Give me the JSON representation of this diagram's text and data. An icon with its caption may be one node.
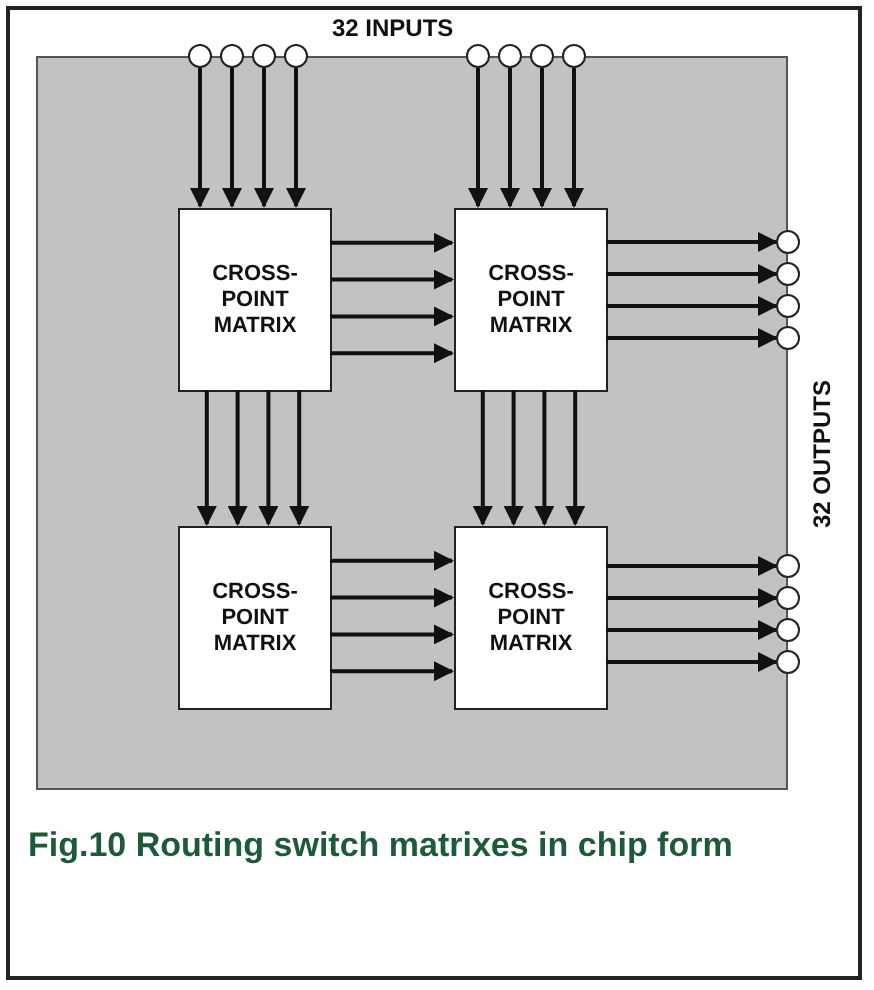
{
  "diagram": {
    "caption": "Fig.10 Routing switch matrixes in chip form",
    "nodes": [
      {
        "text": [],
        "shape": "box"
      },
      {
        "text": [],
        "shape": "circle"
      },
      {
        "text": [],
        "shape": "circle"
      },
      {
        "text": [],
        "shape": "circle"
      },
      {
        "text": [],
        "shape": "circle"
      },
      {
        "text": [],
        "shape": "circle"
      },
      {
        "text": [],
        "shape": "circle"
      },
      {
        "text": [],
        "shape": "circle"
      },
      {
        "text": [],
        "shape": "circle"
      },
      {
        "text": [
          "CROSS- POINT MATRIX"
        ],
        "in": 0
      },
      {
        "text": [
          "CROSS- POINT MATRIX"
        ],
        "in": 0
      },
      {
        "text": [
          "CROSS- POINT MATRIX"
        ],
        "in": 0
      },
      {
        "text": [
          "CROSS- POINT MATRIX"
        ],
        "in": 0
      },
      {
        "text": [],
        "shape": "circle"
      },
      {
        "text": [],
        "shape": "circle"
      },
      {
        "text": [],
        "shape": "circle"
      },
      {
        "text": [],
        "shape": "circle"
      },
      {
        "text": [],
        "shape": "circle"
      },
      {
        "text": [],
        "shape": "circle"
      },
      {
        "text": [],
        "shape": "circle"
      },
      {
        "text": [],
        "shape": "circle"
      }
    ],
    "edges": [
      {
        "from": 1,
        "to": 9,
        "arrow": "to"
      },
      {
        "from": 2,
        "to": 9,
        "arrow": "to"
      },
      {
        "from": 3,
        "to": 9,
        "arrow": "to"
      },
      {
        "from": 4,
        "to": 9,
        "arrow": "to"
      },
      {
        "from": 5,
        "to": 10,
        "arrow": "to"
      },
      {
        "from": 6,
        "to": 10,
        "arrow": "to"
      },
      {
        "from": 7,
        "to": 10,
        "arrow": "to"
      },
      {
        "from": 8,
        "to": 10,
        "arrow": "to"
      },
      {
        "from": 9,
        "to": 10,
        "arrow": "to"
      },
      {
        "from": 9,
        "to": 10,
        "arrow": "to"
      },
      {
        "from": 9,
        "to": 10,
        "arrow": "to"
      },
      {
        "from": 9,
        "to": 10,
        "arrow": "to"
      },
      {
        "from": 9,
        "to": 11,
        "arrow": "to"
      },
      {
        "from": 9,
        "to": 11,
        "arrow": "to"
      },
      {
        "from": 9,
        "to": 11,
        "arrow": "to"
      },
      {
        "from": 9,
        "to": 11,
        "arrow": "to"
      },
      {
        "from": 10,
        "to": 13,
        "arrow": "to"
      },
      {
        "from": 10,
        "to": 14,
        "arrow": "to"
      },
      {
        "from": 10,
        "to": 15,
        "arrow": "to"
      },
      {
        "from": 10,
        "to": 16,
        "arrow": "to"
      },
      {
        "from": 10,
        "to": 12,
        "arrow": "to"
      },
      {
        "from": 10,
        "to": 12,
        "arrow": "to"
      },
      {
        "from": 10,
        "to": 12,
        "arrow": "to"
      },
      {
        "from": 10,
        "to": 12,
        "arrow": "to"
      },
      {
        "from": 11,
        "to": 12,
        "arrow": "to"
      },
      {
        "from": 11,
        "to": 12,
        "arrow": "to"
      },
      {
        "from": 11,
        "to": 12,
        "arrow": "to"
      },
      {
        "from": 11,
        "to": 12,
        "arrow": "to"
      },
      {
        "from": 12,
        "to": 17,
        "arrow": "to"
      },
      {
        "from": 12,
        "to": 18,
        "arrow": "to"
      },
      {
        "from": 12,
        "to": 19,
        "arrow": "to"
      },
      {
        "from": 12,
        "to": 20,
        "arrow": "to"
      }
    ],
    "labels": [
      "32 INPUTS",
      "32 OUTPUTS"
    ]
  }
}
